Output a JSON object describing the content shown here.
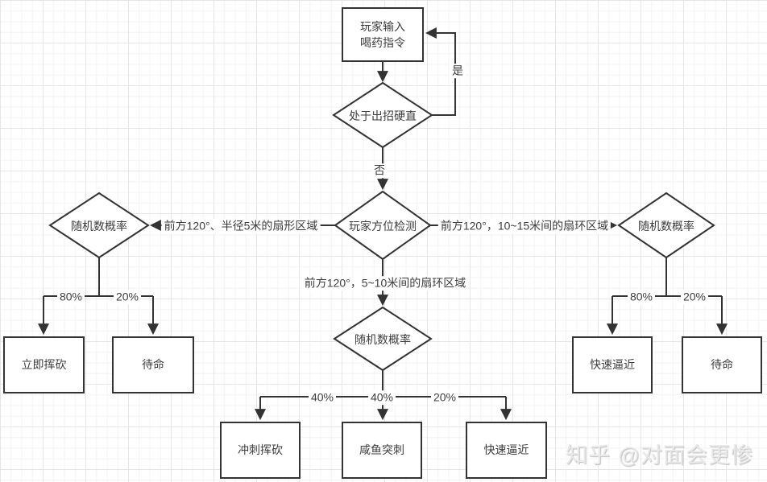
{
  "diagram": {
    "title": "boss-ai-decision-flowchart",
    "nodes": {
      "start": "玩家输入\n喝药指令",
      "stun_check": "处于出招硬直",
      "position_check": "玩家方位检测",
      "random_left": "随机数概率",
      "random_center": "随机数概率",
      "random_right": "随机数概率",
      "immediate_slash": "立即挥砍",
      "standby_left": "待命",
      "dash_slash": "冲刺挥砍",
      "fish_thrust": "咸鱼突刺",
      "approach_bottom": "快速逼近",
      "approach_right": "快速逼近",
      "standby_right": "待命"
    },
    "edge_labels": {
      "yes": "是",
      "no": "否",
      "sector_left": "前方120°、半径5米的扇形区域",
      "ring_center": "前方120°，5~10米间的扇环区域",
      "ring_right": "前方120°，10~15米间的扇环区域",
      "left_80": "80%",
      "left_20": "20%",
      "right_80": "80%",
      "right_20": "20%",
      "center_40_left": "40%",
      "center_40_mid": "40%",
      "center_20": "20%"
    }
  },
  "watermark": "知乎 @对面会更惨",
  "colors": {
    "line": "#333333",
    "text": "#3d3d3d",
    "node_fill": "#ffffff",
    "grid_minor": "#f3f3f3",
    "grid_major": "#e6e6e6",
    "watermark": "#e9e9e9"
  }
}
